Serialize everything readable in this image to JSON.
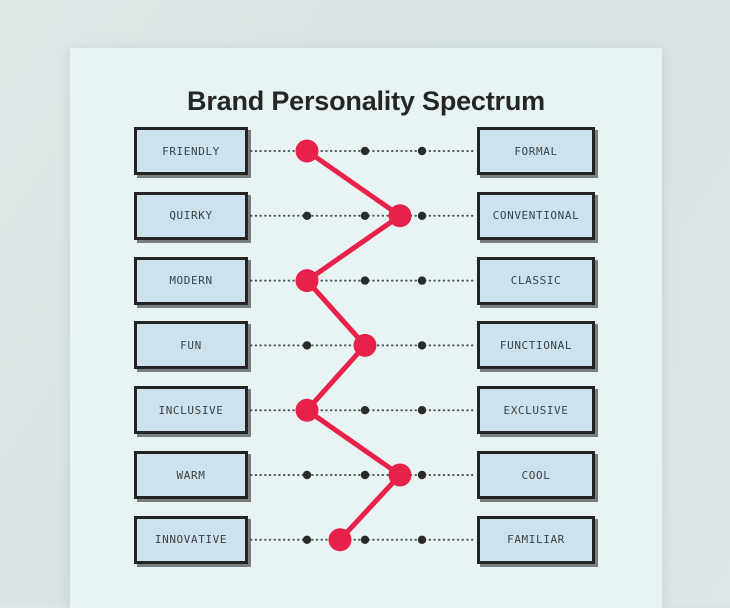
{
  "page": {
    "background_color": "#dde5e6",
    "card_color": "#e8f4f4"
  },
  "header": {
    "title": "Brand Personality Spectrum"
  },
  "theme": {
    "box_fill": "#cde2ec",
    "box_border": "#232323",
    "label_color": "#3a4346",
    "marker_color": "#e8214a",
    "line_color": "#e8214a",
    "tick_color": "#2b2b2b",
    "dotted_color": "#4a5457"
  },
  "chart_data": {
    "type": "line",
    "title": "Brand Personality Spectrum",
    "xlabel": "",
    "ylabel": "",
    "scale_points": 5,
    "scale_min": 1,
    "scale_max": 5,
    "axis_tick_positions": [
      2,
      3,
      4
    ],
    "grid": false,
    "legend": "none",
    "categories": [
      "FRIENDLY — FORMAL",
      "QUIRKY — CONVENTIONAL",
      "MODERN — CLASSIC",
      "FUN — FUNCTIONAL",
      "INCLUSIVE — EXCLUSIVE",
      "WARM — COOL",
      "INNOVATIVE — FAMILIAR"
    ],
    "values": [
      2,
      4,
      2,
      3,
      2,
      4,
      2.5
    ],
    "series": [
      {
        "name": "Brand position",
        "values": [
          2,
          4,
          2,
          3,
          2,
          4,
          2.5
        ]
      }
    ]
  },
  "rows": [
    {
      "left_label": "FRIENDLY",
      "right_label": "FORMAL",
      "value": 2,
      "marker_x": 237,
      "ticks": [
        237,
        295,
        352
      ]
    },
    {
      "left_label": "QUIRKY",
      "right_label": "CONVENTIONAL",
      "value": 4,
      "marker_x": 330,
      "ticks": [
        237,
        295,
        352
      ]
    },
    {
      "left_label": "MODERN",
      "right_label": "CLASSIC",
      "value": 2,
      "marker_x": 237,
      "ticks": [
        237,
        295,
        352
      ]
    },
    {
      "left_label": "FUN",
      "right_label": "FUNCTIONAL",
      "value": 3,
      "marker_x": 295,
      "ticks": [
        237,
        295,
        352
      ]
    },
    {
      "left_label": "INCLUSIVE",
      "right_label": "EXCLUSIVE",
      "value": 2,
      "marker_x": 237,
      "ticks": [
        237,
        295,
        352
      ]
    },
    {
      "left_label": "WARM",
      "right_label": "COOL",
      "value": 4,
      "marker_x": 330,
      "ticks": [
        237,
        295,
        352
      ]
    },
    {
      "left_label": "INNOVATIVE",
      "right_label": "FAMILIAR",
      "value": 2.5,
      "marker_x": 270,
      "ticks": [
        237,
        295,
        352
      ]
    }
  ]
}
